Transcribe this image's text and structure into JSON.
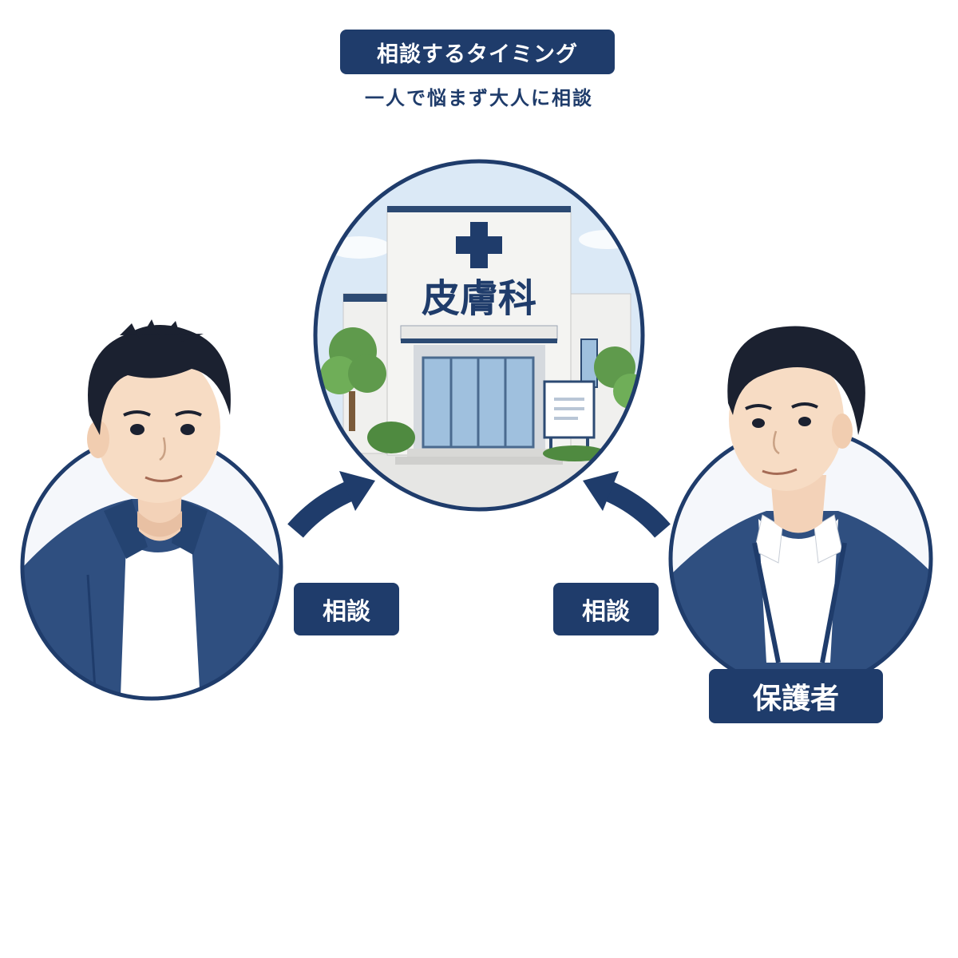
{
  "header": {
    "title": "相談するタイミング",
    "subtitle": "一人で悩まず大人に相談"
  },
  "clinic": {
    "sign": "皮膚科"
  },
  "labels": {
    "consult_left": "相談",
    "consult_right": "相談",
    "guardian": "保護者"
  },
  "colors": {
    "navy": "#1f3c6b",
    "sky": "#dbe9f6",
    "glass": "#9fc0de",
    "tree": "#5f9a4c"
  },
  "icons": {
    "cross": "medical-cross-icon",
    "arrow_left": "arrow-up-right-icon",
    "arrow_right": "arrow-up-left-icon"
  }
}
